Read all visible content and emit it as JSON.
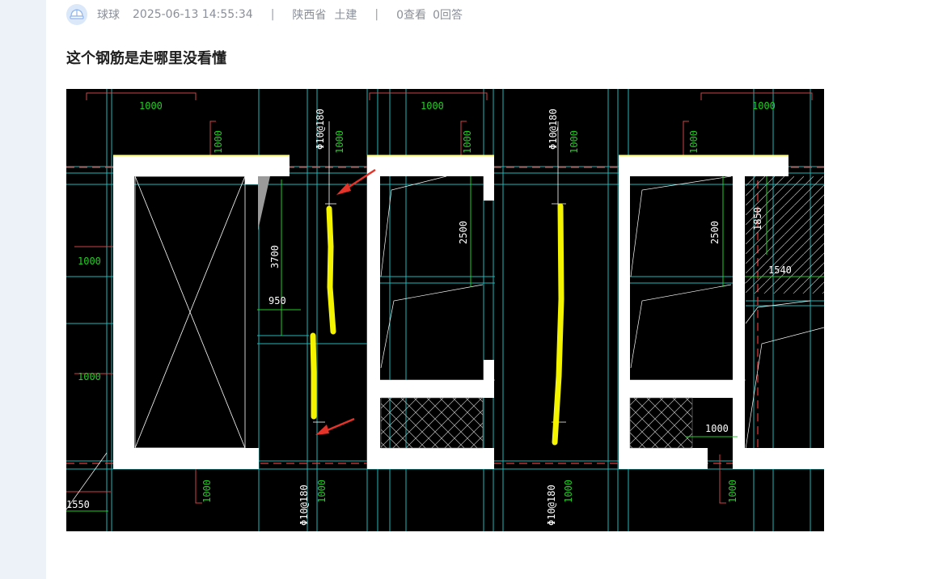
{
  "post": {
    "author": "球球",
    "datetime": "2025-06-13 14:55:34",
    "separator": "|",
    "province": "陕西省",
    "category": "土建",
    "views": "0查看",
    "answers": "0回答",
    "title": "这个钢筋是走哪里没看懂"
  },
  "drawing": {
    "dims": {
      "top_left": "1000",
      "top_mid": "1000",
      "top_right": "1000",
      "v1": "1000",
      "v2": "1000",
      "v3": "1000",
      "v4": "1000",
      "v5": "1000",
      "left1": "1000",
      "left2": "1000",
      "bot1": "1000",
      "bot2": "1000",
      "bot3": "1000",
      "bot4": "1000",
      "h3700": "3700",
      "h950": "950",
      "h2500a": "2500",
      "h2500b": "2500",
      "h1850": "1850",
      "h1540": "1540",
      "h1000": "1000",
      "h1550": "1550"
    },
    "rebar": {
      "top1": "Φ10@180",
      "top2": "Φ10@180",
      "bot1": "Φ10@180",
      "bot2": "Φ10@180"
    }
  }
}
